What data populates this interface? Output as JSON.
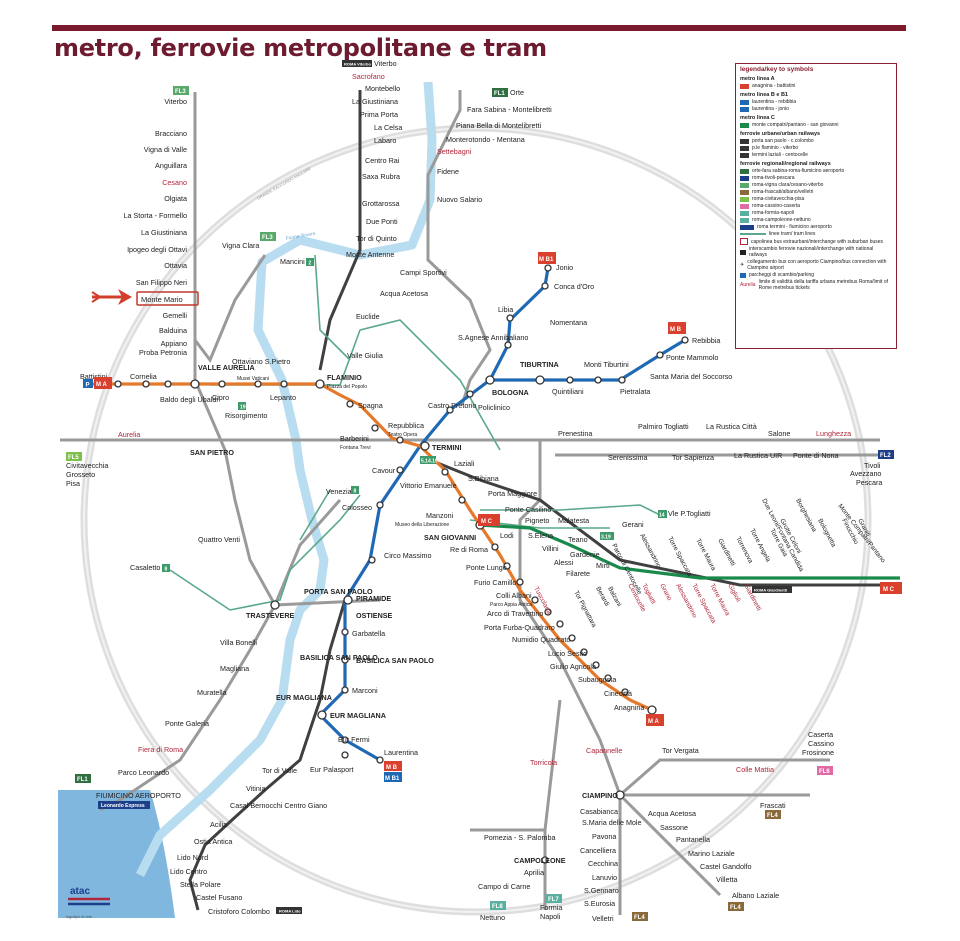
{
  "title": "metro, ferrovie metropolitane e tram",
  "colors": {
    "line_a": "#e5792b",
    "line_b": "#1f69b4",
    "line_c": "#1a8a4c",
    "urban_rail": "#404040",
    "regional_rail": "#9a9a9a",
    "tram": "#5aa98a",
    "river": "#b8dcf0",
    "sea": "#7fb7de",
    "accent": "#b0263a"
  },
  "legend": {
    "title": "legenda/key to symbols",
    "metro_a": "metro linea A",
    "metro_a_desc": "anagnina - battistini",
    "metro_b": "metro linea B e B1",
    "metro_b_desc": "laurentina - rebibbia",
    "metro_b1_desc": "laurentina - jonio",
    "metro_c": "metro linea C",
    "metro_c_desc": "monte compatri/pantano - san giovanni",
    "urban": "ferrovie urbane/urban railways",
    "urban_1": "porta san paolo - c.colombo",
    "urban_2": "p.le flaminio - viterbo",
    "urban_3": "termini laziali - centocelle",
    "regional": "ferrovie regionali/regional railways",
    "fl1": "orte-fara sabina-roma-fiumicino aeroporto",
    "fl2": "roma-tivoli-pescara",
    "fl3": "roma-vigna clara/cesano-viterbo",
    "fl4": "roma-frascati/albano/velletri",
    "fl5": "roma-civitavecchia-pisa",
    "fl6": "roma-cassino-caserta",
    "fl7": "roma-formia-napoli",
    "fl8": "roma-campoleone-nettuno",
    "leonardo": "roma termini - fiumicino aeroporto",
    "tram": "linee tram/ tram lines",
    "bus": "capolinea bus extraurbani/interchange with suburban buses",
    "interchange": "interscambio ferrovie nazionali/interchange with national railways",
    "airport": "collegamento bus con aeroporto Ciampino/bus connection with Ciampino airport",
    "parking": "parcheggi di scambio/parking",
    "aurelia": "Aurelia",
    "limit": "limite di validità della tariffa urbana metrebus Roma/limit of Rome metrebus tickets"
  },
  "badges": {
    "ma": "M A",
    "mb": "M B",
    "mb1": "M B1",
    "mc": "M C",
    "fl1": "FL1",
    "fl2": "FL2",
    "fl3": "FL3",
    "fl4": "FL4",
    "fl5": "FL5",
    "fl6": "FL6",
    "fl7": "FL7",
    "fl8": "FL8",
    "p": "P",
    "leonardo": "Leonardo Express",
    "roma_viterbo": "ROMA Viterbo",
    "roma_lido": "ROMA Lido",
    "roma_giardinetti": "ROMA Giardinetti"
  },
  "labels": {
    "viterbo_fl3": "Viterbo",
    "bracciano": "Bracciano",
    "vigna_di_valle": "Vigna di Valle",
    "anguillara": "Anguillara",
    "cesano": "Cesano",
    "olgiata": "Olgiata",
    "la_storta": "La Storta - Formello",
    "la_giustiniana_fl3": "La Giustiniana",
    "ipogeo": "Ipogeo degli Ottavi",
    "ottavia": "Ottavia",
    "san_filippo": "San Filippo Neri",
    "monte_mario": "Monte Mario",
    "gemelli": "Gemelli",
    "balduina": "Balduina",
    "appiano": "Appiano",
    "proba": "Proba Petronia",
    "vigna_clara": "Vigna Clara",
    "valle_aurelia": "VALLE AURELIA",
    "battistini": "Battistini",
    "cornelia": "Cornelia",
    "baldo": "Baldo degli Ubaldi",
    "cipro": "Cipro",
    "ottaviano": "Ottaviano S.Pietro",
    "musei": "Musei Vaticani",
    "lepanto": "Lepanto",
    "risorgimento": "Risorgimento",
    "flaminio": "FLAMINIO",
    "piazza_popolo": "Piazza del Popolo",
    "spagna": "Spagna",
    "barberini": "Barberini",
    "fontana_trevi": "Fontana Trevi",
    "repubblica": "Repubblica",
    "teatro_opera": "Teatro Opera",
    "termini": "TERMINI",
    "castro": "Castro Pretorio",
    "policlinico": "Policlinico",
    "bologna": "BOLOGNA",
    "sagnese": "S.Agnese Annibaliano",
    "libia": "Libia",
    "conca": "Conca d'Oro",
    "jonio": "Jonio",
    "nomentana": "Nomentana",
    "tiburtina": "TIBURTINA",
    "monti_tiburtini": "Monti Tiburtini",
    "quintiliani": "Quintiliani",
    "pietralata": "Pietralata",
    "santa_maria": "Santa Maria del Soccorso",
    "ponte_mammolo": "Ponte Mammolo",
    "rebibbia": "Rebibbia",
    "viterbo": "Viterbo",
    "sacrofano": "Sacrofano",
    "montebello": "Montebello",
    "la_giustiniana": "La Giustiniana",
    "prima_porta": "Prima Porta",
    "la_celsa": "La Celsa",
    "labaro": "Labaro",
    "centro_rai": "Centro Rai",
    "saxa_rubra": "Saxa Rubra",
    "grottarossa": "Grottarossa",
    "due_ponti": "Due Ponti",
    "tor_di_quinto": "Tor di Quinto",
    "monte_antenne": "Monte Antenne",
    "campi_sportivi": "Campi Sportivi",
    "acqua_acetosa": "Acqua Acetosa",
    "euclide": "Euclide",
    "mancini": "Mancini",
    "valle_giulia": "Valle Giulia",
    "orte": "Orte",
    "fara_sabina": "Fara Sabina - Montelibretti",
    "piana_bella": "Piana Bella di Montelibretti",
    "monterotondo": "Monterotondo - Mentana",
    "settebagni": "Settebagni",
    "fidene": "Fidene",
    "nuovo_salario": "Nuovo Salario",
    "aurelia": "Aurelia",
    "san_pietro": "SAN PIETRO",
    "civitavecchia": "Civitavecchia",
    "grosseto": "Grosseto",
    "pisa": "Pisa",
    "quattro_venti": "Quattro Venti",
    "casaletto": "Casaletto",
    "trastevere": "TRASTEVERE",
    "villa_bonelli": "Villa Bonelli",
    "magliana": "Magliana",
    "muratella": "Muratella",
    "ponte_galeria": "Ponte Galeria",
    "fiera_di_roma": "Fiera di Roma",
    "parco_leonardo": "Parco Leonardo",
    "fiumicino": "FIUMICINO AEROPORTO",
    "venezia": "Venezia",
    "colosseo": "Colosseo",
    "cavour": "Cavour",
    "circo_massimo": "Circo Massimo",
    "porta_san_paolo": "PORTA SAN PAOLO",
    "piramide": "PIRAMIDE",
    "ostiense": "OSTIENSE",
    "garbatella": "Garbatella",
    "basilica_sp": "BASILICA SAN PAOLO",
    "basilica_sp_left": "BASILICA SAN PAOLO",
    "marconi": "Marconi",
    "eur_magliana": "EUR MAGLIANA",
    "eur_magliana_left": "EUR MAGLIANA",
    "eur_fermi": "Eur Fermi",
    "eur_palasport": "Eur Palasport",
    "laurentina": "Laurentina",
    "tor_di_valle": "Tor di Valle",
    "vitinia": "Vitinia",
    "casal_bernocchi": "Casal Bernocchi Centro Giano",
    "acilia": "Acilia",
    "ostia_antica": "Ostia Antica",
    "lido_nord": "Lido Nord",
    "lido_centro": "Lido Centro",
    "stella_polare": "Stella Polare",
    "castel_fusano": "Castel Fusano",
    "cristoforo_colombo": "Cristoforo Colombo",
    "vittorio": "Vittorio Emanuele",
    "manzoni": "Manzoni",
    "museo_lib": "Museo della Liberazione",
    "san_giovanni": "SAN GIOVANNI",
    "re_di_roma": "Re di Roma",
    "ponte_lungo": "Ponte Lungo",
    "furio_camillo": "Furio Camillo",
    "colli_albani": "Colli Albani",
    "parco_appia": "Parco Appia Antica",
    "arco_travertino": "Arco di Travertino",
    "porta_furba": "Porta Furba-Quadraro",
    "numidio": "Numidio Quadrato",
    "lucio_sestio": "Lucio Sestio",
    "giulio_agricola": "Giulio Agricola",
    "subaugusta": "Subaugusta",
    "cinecitta": "Cinecittà",
    "anagnina": "Anagnina",
    "laziali": "Laziali",
    "sbibiana": "S.Bibiana",
    "porta_maggiore": "Porta Maggiore",
    "ponte_casilino": "Ponte Casilino",
    "pigneto": "Pigneto",
    "malatesta": "Malatesta",
    "lodi": "Lodi",
    "s_elena": "S.Elena",
    "villini": "Villini",
    "teano": "Teano",
    "gardenie": "Gardenie",
    "alessi": "Alessi",
    "filarete": "Filarete",
    "mirti": "Mirti",
    "gerani": "Gerani",
    "vle_togliatti": "Vle P.Togliatti",
    "tuscolana": "Tuscolana",
    "tor_pignattara": "Tor Pignattara",
    "berardi": "Berardi",
    "balzani": "Balzani",
    "centocelle": "Centocelle",
    "parco_centocelle": "Parco di Centocelle",
    "togliatti_c": "Togliatti",
    "grano": "Grano",
    "alessandrino_c": "Alessandrino",
    "torre_spaccata_c": "Torre Spaccata",
    "torre_maura_c": "Torre Maura",
    "giglioli": "Giglioli",
    "giardinetti_c": "Giardinetti",
    "alessandrino_r": "Alessandrino",
    "torre_spaccata_r": "Torre Spaccata",
    "torre_maura_r": "Torre Maura",
    "giardinetti_r": "Giardinetti",
    "torrenova": "Torrenova",
    "torre_angela": "Torre Angela",
    "torre_gaia": "Torre Gaia",
    "grotte_celoni": "Grotte Celoni",
    "due_leoni": "Due Leoni/Fontana Candida",
    "borghesiana": "Borghesiana",
    "bolognetta": "Bolognetta",
    "finocchio": "Finocchio",
    "graniti": "Graniti",
    "monte_compatri": "Monte Compatri/Pantano",
    "prenestina": "Prenestina",
    "palmiro_togliatti": "Palmiro Togliatti",
    "la_rustica_citta": "La Rustica Città",
    "salone": "Salone",
    "lunghezza": "Lunghezza",
    "serenissima": "Serenissima",
    "tor_sapienza": "Tor Sapienza",
    "la_rustica_uir": "La Rustica UIR",
    "ponte_di_nona": "Ponte di Nona",
    "tivoli": "Tivoli",
    "avezzano": "Avezzano",
    "pescara": "Pescara",
    "torricola": "Torricola",
    "capannelle": "Capannelle",
    "tor_vergata": "Tor Vergata",
    "caserta": "Caserta",
    "cassino": "Cassino",
    "frosinone": "Frosinone",
    "colle_mattia": "Colle Mattia",
    "ciampino": "CIAMPINO",
    "casabianca": "Casabianca",
    "smaria_mole": "S.Maria delle Mole",
    "pavona": "Pavona",
    "cancelliera": "Cancelliera",
    "cecchina": "Cecchina",
    "lanuvio": "Lanuvio",
    "sgennaro": "S.Gennaro",
    "seurosia": "S.Eurosia",
    "velletri": "Velletri",
    "acqua_acetosa_s": "Acqua Acetosa",
    "sassone": "Sassone",
    "pantanella": "Pantanella",
    "marino_laziale": "Marino Laziale",
    "castel_gandolfo": "Castel Gandolfo",
    "villetta": "Villetta",
    "albano_laziale": "Albano Laziale",
    "frascati": "Frascati",
    "pomezia": "Pomezia - S. Palomba",
    "campoleone": "CAMPOLEONE",
    "aprilia": "Aprilia",
    "campo_di_carne": "Campo di Carne",
    "nettuno": "Nettuno",
    "formia": "Formia",
    "napoli": "Napoli",
    "grande_raccordo": "GRANDE RACCORDO ANULARE",
    "fiume_tevere": "Fiume Tevere",
    "atac": "atac",
    "atac_sub": "logotipo di rete"
  },
  "tram_numbers": {
    "t2": "2",
    "t3": "3",
    "t8": "8",
    "t14": "14",
    "t19": "19",
    "t5_14_19": "5.14.19",
    "t3_19": "3.19"
  }
}
